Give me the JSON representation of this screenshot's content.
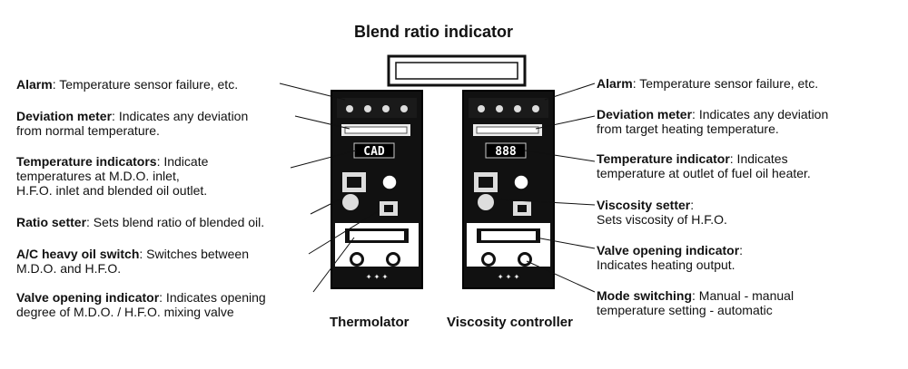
{
  "title": "Blend ratio indicator",
  "left_labels": [
    {
      "term": "Alarm",
      "desc": ": Temperature sensor failure, etc.",
      "desc2": ""
    },
    {
      "term": "Deviation meter",
      "desc": ": Indicates any deviation",
      "desc2": "from normal temperature."
    },
    {
      "term": "Temperature indicators",
      "desc": ": Indicate",
      "desc2": "temperatures at M.D.O. inlet,",
      "desc3": "H.F.O. inlet and blended oil outlet."
    },
    {
      "term": "Ratio setter",
      "desc": ": Sets blend ratio of blended oil.",
      "desc2": ""
    },
    {
      "term": "A/C heavy oil switch",
      "desc": ": Switches between",
      "desc2": "M.D.O. and H.F.O."
    },
    {
      "term": "Valve opening indicator",
      "desc": ": Indicates opening",
      "desc2": "degree of M.D.O. / H.F.O. mixing valve"
    }
  ],
  "right_labels": [
    {
      "term": "Alarm",
      "desc": ": Temperature sensor failure, etc.",
      "desc2": ""
    },
    {
      "term": "Deviation meter",
      "desc": ": Indicates any deviation",
      "desc2": "from target heating temperature."
    },
    {
      "term": "Temperature indicator",
      "desc": ": Indicates",
      "desc2": "temperature at outlet of fuel oil heater."
    },
    {
      "term": "Viscosity setter",
      "desc": ":",
      "desc2": "Sets viscosity of H.F.O."
    },
    {
      "term": "Valve opening indicator",
      "desc": ":",
      "desc2": "Indicates heating output."
    },
    {
      "term": "Mode switching",
      "desc": ": Manual - manual",
      "desc2": "temperature setting - automatic"
    }
  ],
  "captions": {
    "left_panel": "Thermolator",
    "right_panel": "Viscosity controller"
  }
}
